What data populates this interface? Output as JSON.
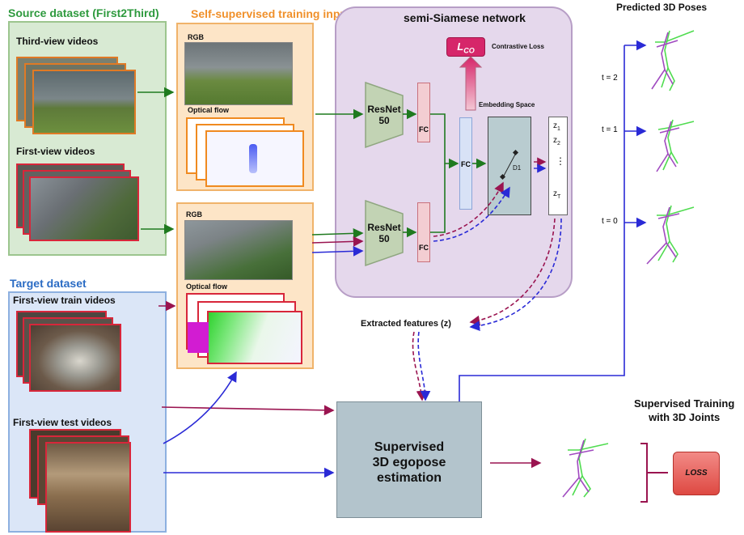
{
  "source_dataset": {
    "title": "Source dataset (First2Third)",
    "third_view_label": "Third-view videos",
    "first_view_label": "First-view videos"
  },
  "self_supervised": {
    "title": "Self-supervised training input",
    "rgb_label_top": "RGB",
    "optical_flow_label_top": "Optical flow",
    "rgb_label_bottom": "RGB",
    "optical_flow_label_bottom": "Optical flow"
  },
  "network": {
    "title": "semi-Siamese network",
    "resnet_top": "ResNet\n50",
    "resnet_bottom": "ResNet\n50",
    "fc_top": "FC",
    "fc_bottom": "FC",
    "fc_shared": "FC",
    "loss_main": "L",
    "loss_sub": "CO",
    "contrastive_label": "Contrastive Loss",
    "embedding_label": "Embedding Space",
    "distance_label": "D1",
    "z_first": "z",
    "z_first_sub": "1",
    "z_second": "z",
    "z_second_sub": "2",
    "z_dots": "⋮",
    "z_last": "z",
    "z_last_sub": "T"
  },
  "extracted_features": "Extracted features (z)",
  "target_dataset": {
    "title": "Target dataset",
    "train_label": "First-view train videos",
    "test_label": "First-view test videos"
  },
  "supervised_box": {
    "line1": "Supervised",
    "line2": "3D egopose",
    "line3": "estimation"
  },
  "predicted": {
    "title": "Predicted 3D Poses",
    "t2": "t = 2",
    "t1": "t = 1",
    "t0": "t = 0"
  },
  "supervised_training": {
    "line1": "Supervised Training",
    "line2": "with 3D Joints",
    "loss_label": "LOSS"
  },
  "colors": {
    "green_arrow": "#1f7a1f",
    "blue_arrow": "#2a2ad6",
    "maroon_arrow": "#9a1450",
    "pose_green": "#4fdc4f",
    "pose_purple": "#a04ac0"
  }
}
